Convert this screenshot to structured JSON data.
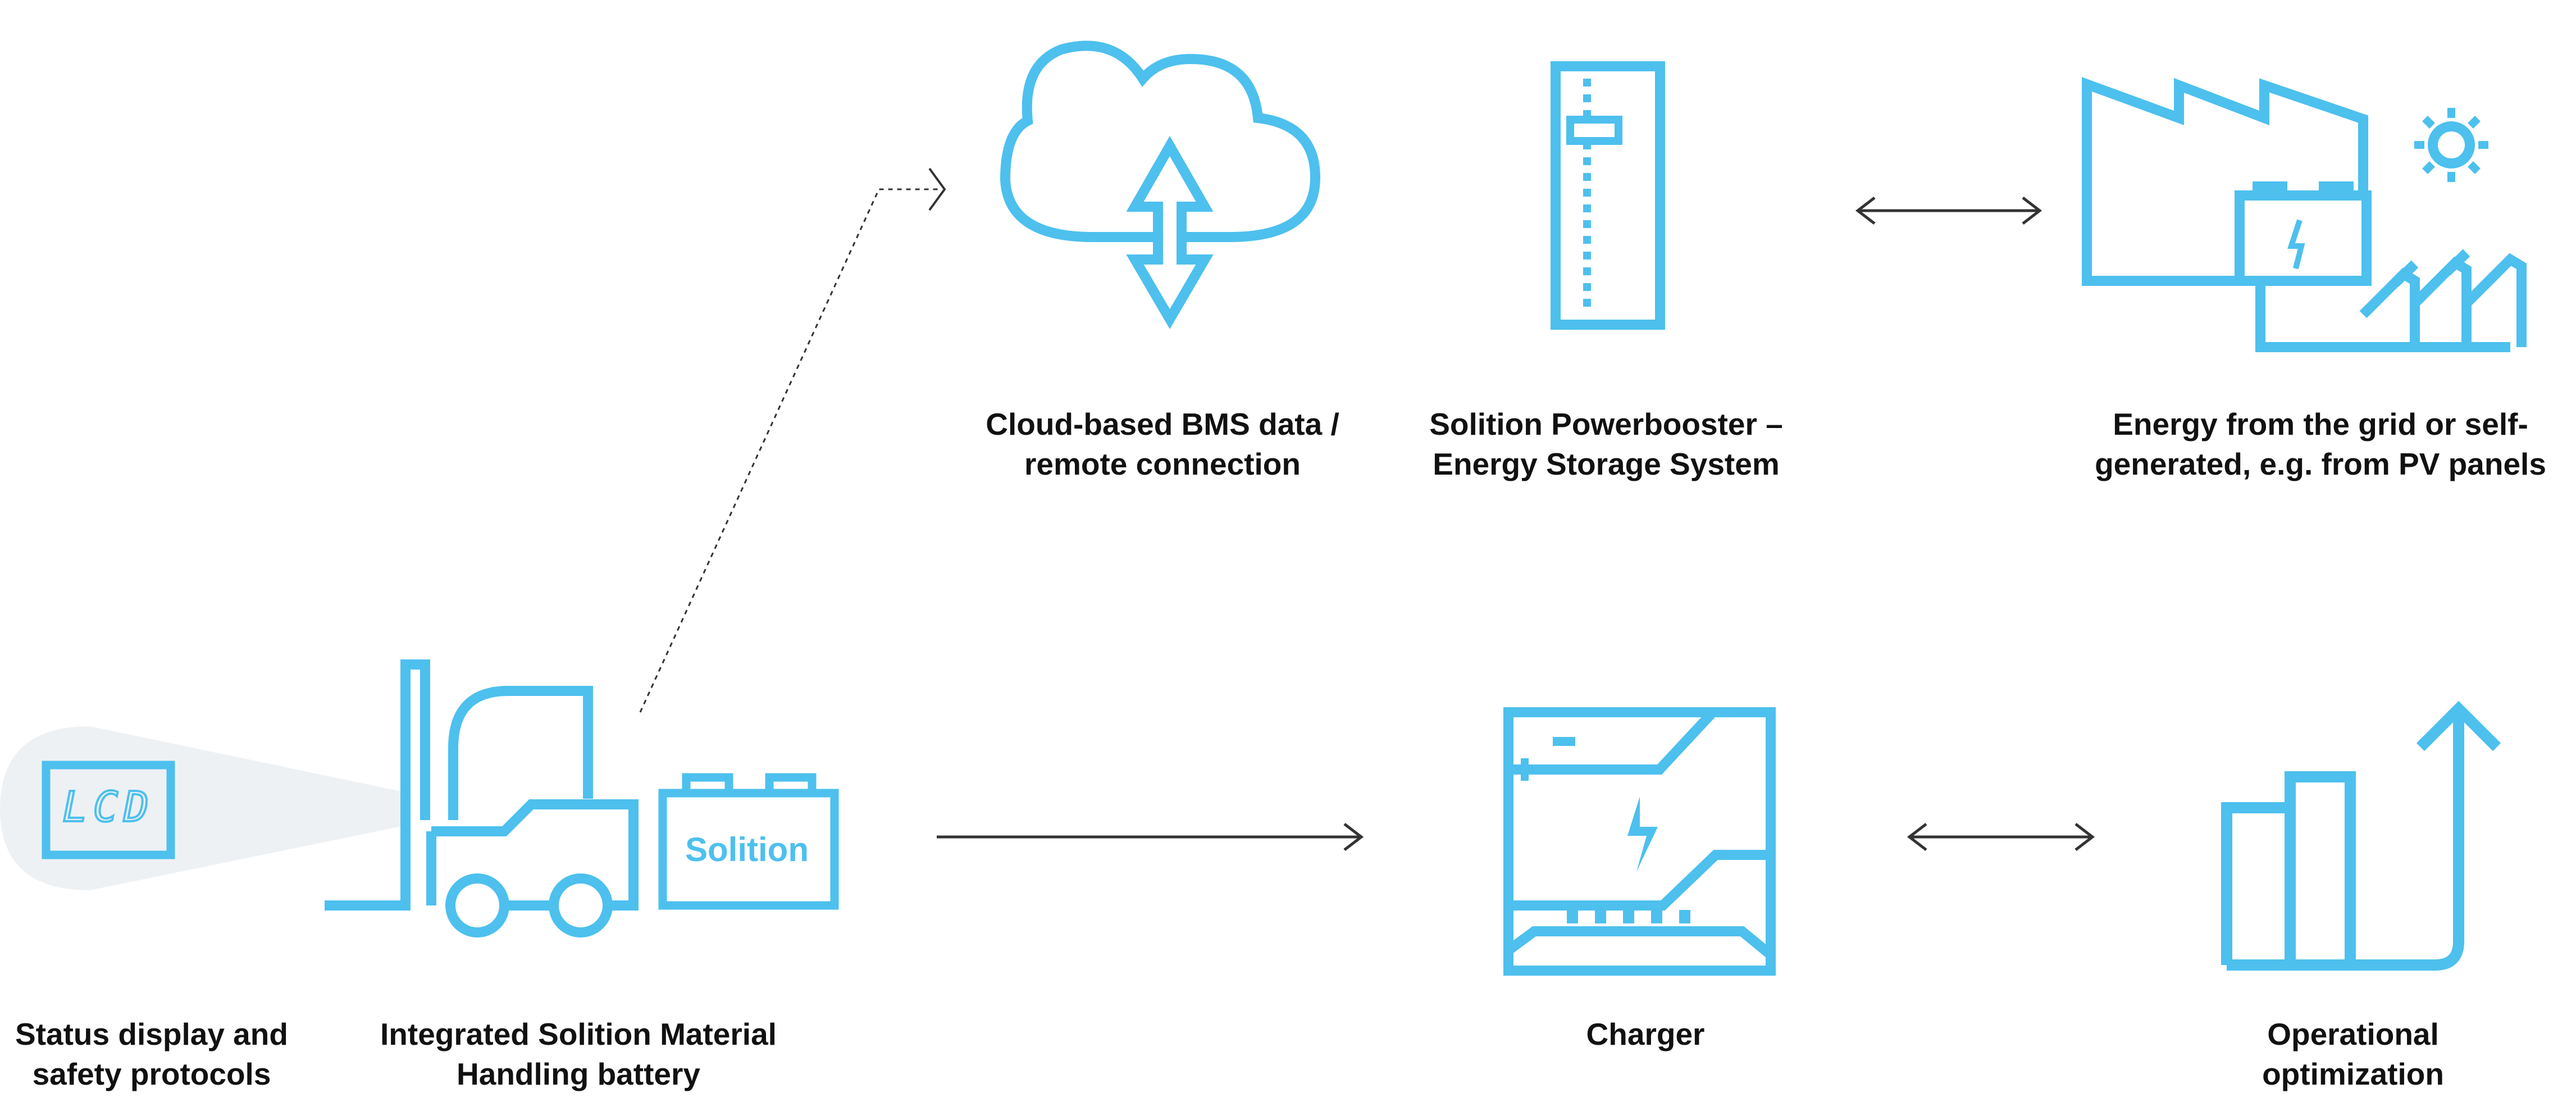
{
  "colors": {
    "icon": "#4DC0EE",
    "text": "#111111",
    "arrow": "#333333",
    "spotlight": "#EEF1F4"
  },
  "icons": {
    "lcd": {
      "name": "lcd-display-icon",
      "text": "LCD"
    },
    "forklift": {
      "name": "forklift-icon"
    },
    "battery": {
      "name": "battery-icon",
      "text": "Solition"
    },
    "cloud": {
      "name": "cloud-upload-download-icon"
    },
    "powerbooster": {
      "name": "energy-storage-cabinet-icon"
    },
    "grid": {
      "name": "factory-solar-grid-icon"
    },
    "charger": {
      "name": "charger-icon"
    },
    "optimization": {
      "name": "bar-chart-growth-icon"
    }
  },
  "captions": {
    "status": [
      "Status display and",
      "safety protocols"
    ],
    "battery": [
      "Integrated Solition Material",
      "Handling battery"
    ],
    "cloud": [
      "Cloud-based BMS data /",
      "remote connection"
    ],
    "powerbooster": [
      "Solition Powerbooster –",
      "Energy Storage System"
    ],
    "grid": [
      "Energy from the grid or self-",
      "generated, e.g. from PV panels"
    ],
    "charger": [
      "Charger"
    ],
    "optimization": [
      "Operational",
      "optimization"
    ]
  }
}
